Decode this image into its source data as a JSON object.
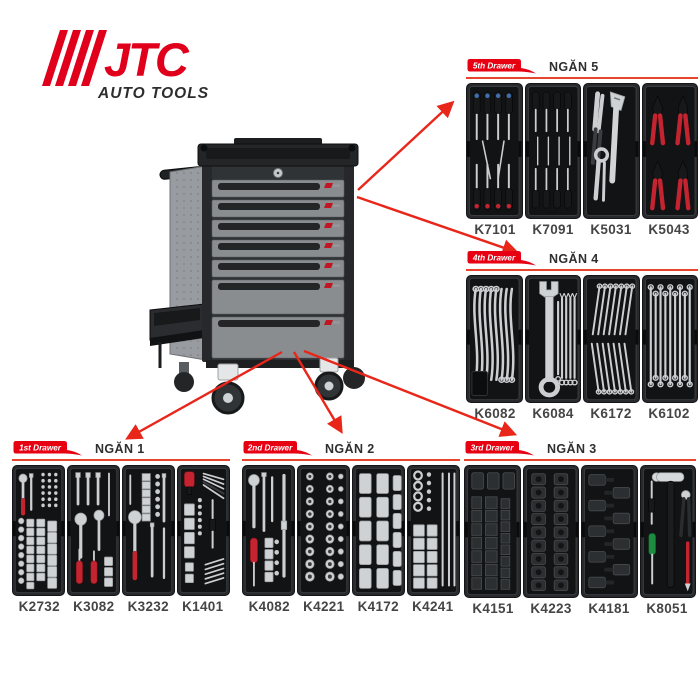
{
  "logo": {
    "brand": "JTC",
    "subtitle": "AUTO TOOLS"
  },
  "colors": {
    "accent_red": "#e60012",
    "arrow_red": "#e8261a",
    "underline_red": "#e8452e",
    "label_gray": "#454545",
    "cabinet_gray": "#8a8d90",
    "tray_black": "#1a1c1e"
  },
  "cabinet": {
    "description": "7-drawer roller tool cabinet",
    "drawer_count": 7
  },
  "groups": [
    {
      "banner": "5th Drawer",
      "title": "NGĂN 5",
      "trays": [
        {
          "code": "K7101",
          "icon": "screwdriver-set-color-icon"
        },
        {
          "code": "K7091",
          "icon": "screwdriver-set-black-icon"
        },
        {
          "code": "K5031",
          "icon": "adjustable-wrench-pliers-icon"
        },
        {
          "code": "K5043",
          "icon": "red-pliers-set-icon"
        }
      ]
    },
    {
      "banner": "4th Drawer",
      "title": "NGĂN 4",
      "trays": [
        {
          "code": "K6082",
          "icon": "offset-box-wrench-set-icon"
        },
        {
          "code": "K6084",
          "icon": "combination-wrench-large-icon"
        },
        {
          "code": "K6172",
          "icon": "combination-wrench-fan-icon"
        },
        {
          "code": "K6102",
          "icon": "flare-nut-wrench-set-icon"
        }
      ]
    },
    {
      "banner": "1st Drawer",
      "title": "NGĂN 1",
      "trays": [
        {
          "code": "K2732",
          "icon": "socket-bit-assortment-icon"
        },
        {
          "code": "K3082",
          "icon": "ratchet-extension-set-icon"
        },
        {
          "code": "K3232",
          "icon": "ratchet-socket-set-icon"
        },
        {
          "code": "K1401",
          "icon": "hex-key-bit-set-icon"
        }
      ]
    },
    {
      "banner": "2nd Drawer",
      "title": "NGĂN 2",
      "trays": [
        {
          "code": "K4082",
          "icon": "ratchet-breaker-bar-icon"
        },
        {
          "code": "K4221",
          "icon": "socket-grid-icon"
        },
        {
          "code": "K4172",
          "icon": "deep-socket-set-icon"
        },
        {
          "code": "K4241",
          "icon": "socket-extension-set-icon"
        }
      ]
    },
    {
      "banner": "3rd Drawer",
      "title": "NGĂN 3",
      "trays": [
        {
          "code": "K4151",
          "icon": "impact-deep-socket-set-icon"
        },
        {
          "code": "K4223",
          "icon": "impact-socket-grid-icon"
        },
        {
          "code": "K4181",
          "icon": "bit-socket-zigzag-icon"
        },
        {
          "code": "K8051",
          "icon": "hammer-pliers-prybar-icon"
        }
      ]
    }
  ]
}
